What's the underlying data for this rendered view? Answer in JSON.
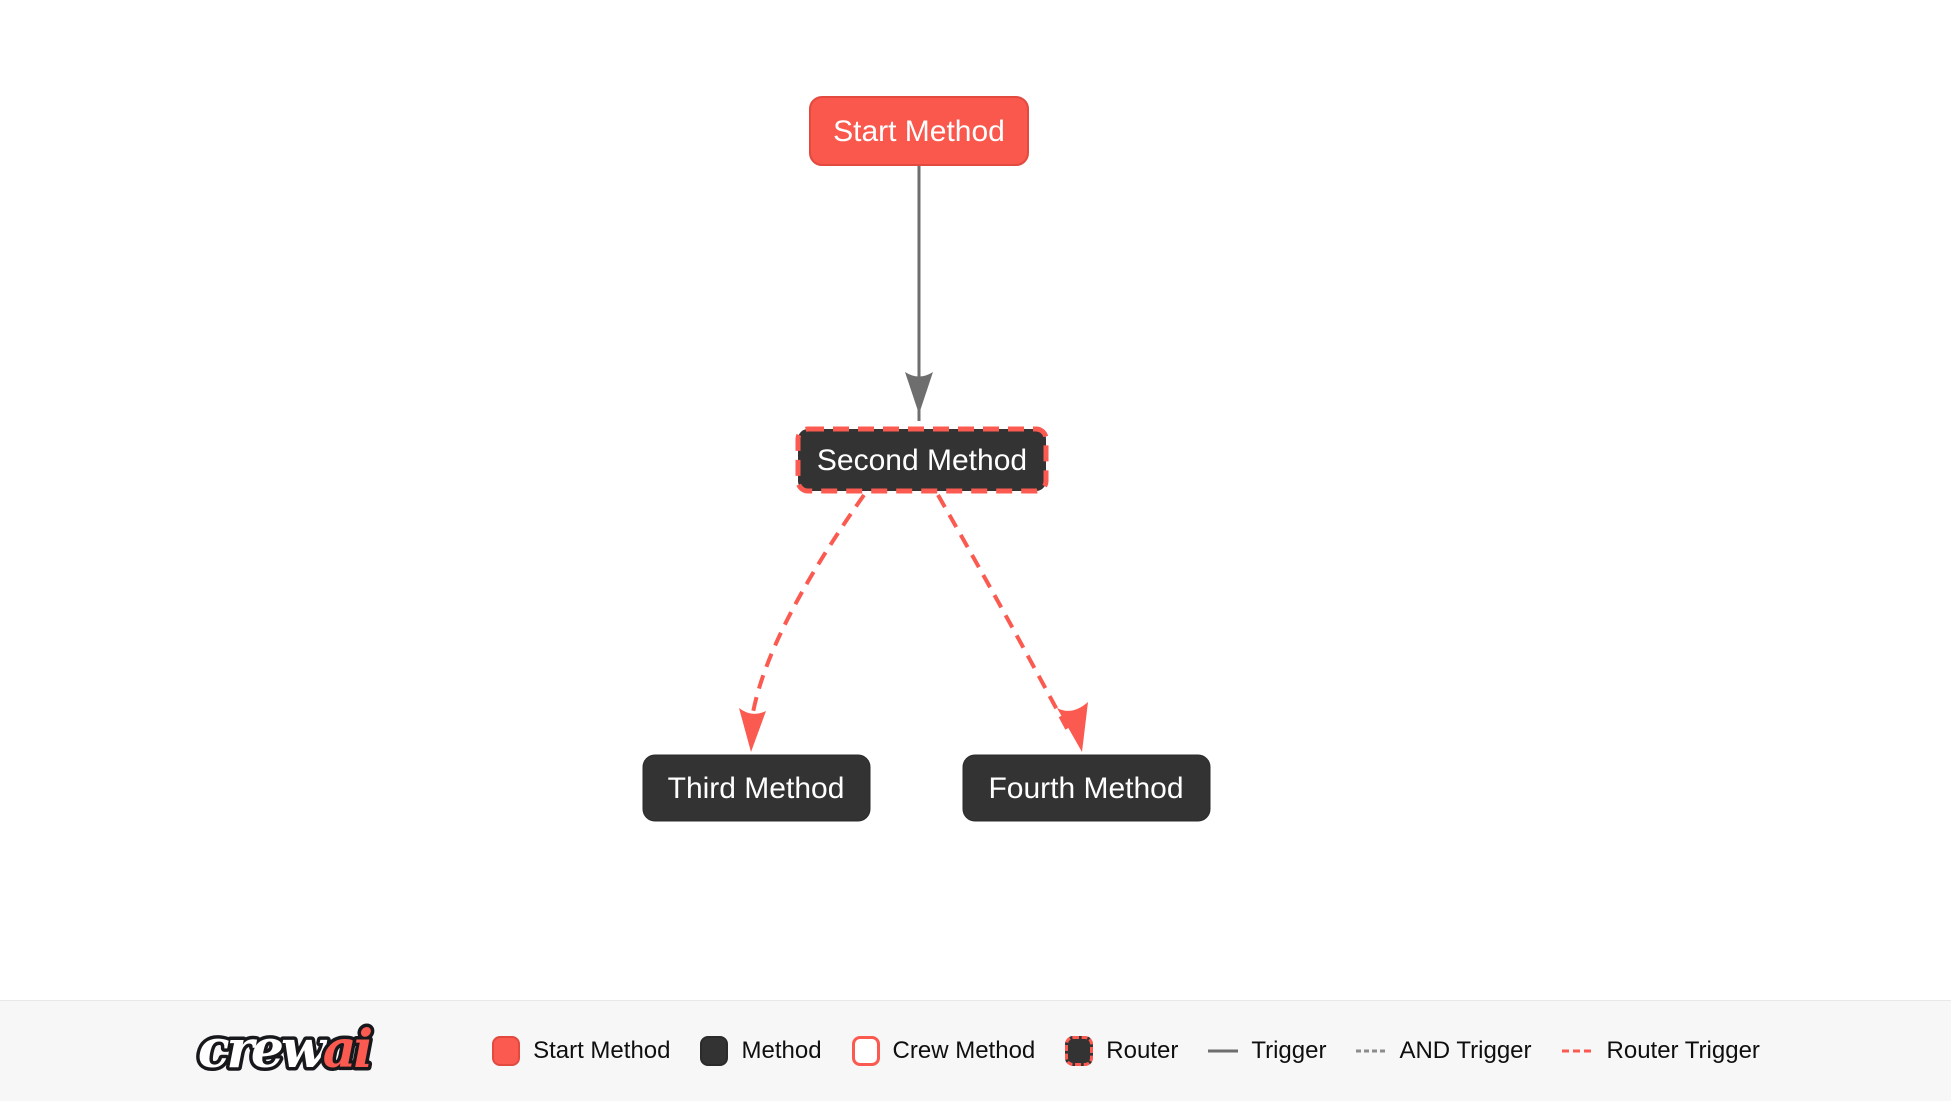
{
  "diagram": {
    "nodes": [
      {
        "id": "start",
        "label": "Start Method",
        "type": "start-method"
      },
      {
        "id": "second",
        "label": "Second Method",
        "type": "router"
      },
      {
        "id": "third",
        "label": "Third Method",
        "type": "method"
      },
      {
        "id": "fourth",
        "label": "Fourth Method",
        "type": "method"
      }
    ],
    "edges": [
      {
        "from": "start",
        "to": "second",
        "type": "trigger"
      },
      {
        "from": "second",
        "to": "third",
        "type": "router-trigger"
      },
      {
        "from": "second",
        "to": "fourth",
        "type": "router-trigger"
      }
    ]
  },
  "legend": {
    "logo": {
      "text_primary": "crew",
      "text_accent": "ai"
    },
    "items": [
      {
        "label": "Start Method",
        "swatch": "start-node-swatch"
      },
      {
        "label": "Method",
        "swatch": "method-node-swatch"
      },
      {
        "label": "Crew Method",
        "swatch": "crew-node-swatch"
      },
      {
        "label": "Router",
        "swatch": "router-node-swatch"
      },
      {
        "label": "Trigger",
        "swatch": "trigger-line-swatch"
      },
      {
        "label": "AND Trigger",
        "swatch": "and-trigger-line-swatch"
      },
      {
        "label": "Router Trigger",
        "swatch": "router-trigger-line-swatch"
      }
    ]
  },
  "colors": {
    "accent_red": "#FB5A50",
    "accent_red_border": "#E2493F",
    "node_dark": "#333333",
    "trigger_gray": "#6E6E6E",
    "and_trigger_gray": "#8C8C8C",
    "legend_background": "#F7F7F8",
    "canvas_background": "#FFFFFF",
    "node_text": "#FFFFFF",
    "legend_text": "#0F0F0F"
  }
}
